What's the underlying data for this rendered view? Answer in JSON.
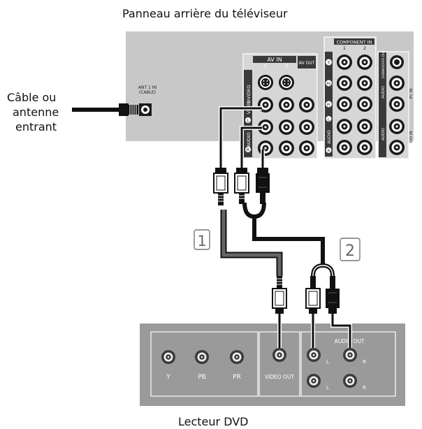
{
  "tv_panel": {
    "title": "Panneau arrière du téléviseur",
    "ant_label_line1": "ANT 1 IN",
    "ant_label_line2": "(CABLE)",
    "av_in": "AV IN",
    "av_in_1": "1",
    "av_in_2": "2",
    "av_out": "AV OUT",
    "component_in": "COMPONENT IN",
    "component_1": "1",
    "component_2": "2",
    "s_video": "S-VIDEO",
    "video": "VIDEO",
    "audio": "AUDIO",
    "l": "L",
    "r": "R",
    "y": "Y",
    "pb": "Pb",
    "pr": "Pr",
    "subwoofer_out": "SUBWOOFER OUT",
    "pc_in": "PC IN",
    "dvi_in": "DVI IN"
  },
  "source": {
    "line1": "Câble ou",
    "line2": "antenne",
    "line3": "entrant"
  },
  "steps": {
    "step1": "1",
    "step2": "2"
  },
  "dvd": {
    "title": "Lecteur DVD",
    "y": "Y",
    "pb": "PB",
    "pr": "PR",
    "video_out": "VIDEO OUT",
    "audio_out": "AUDIO OUT",
    "l": "L",
    "r": "R"
  },
  "colors": {
    "panel": "#c8c8c8",
    "dark_panel": "#9a9a9a",
    "cable": "#111111",
    "highlight": "#ffffff"
  }
}
